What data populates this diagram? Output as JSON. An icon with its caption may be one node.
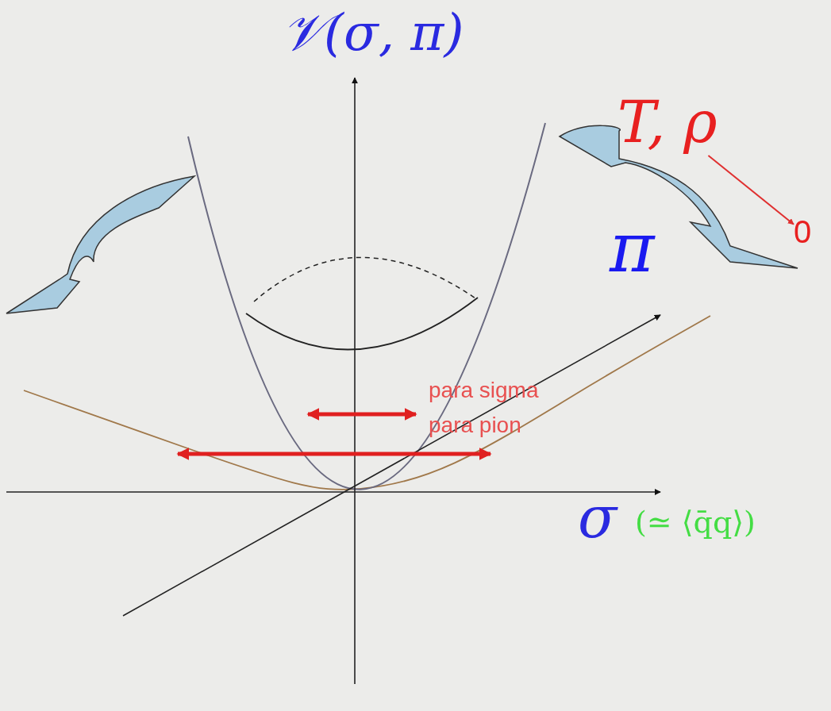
{
  "diagram": {
    "nodes": [
      {
        "text": [
          "T, ρ"
        ]
      },
      {
        "text": [
          "0"
        ]
      }
    ],
    "edges": [
      {
        "from": 0,
        "to": 1,
        "arrow": "to"
      }
    ],
    "labels": [
      "𝒱(σ, π)",
      "π",
      "para sigma",
      "para pion",
      "σ",
      "(≃ ⟨q̄q⟩)"
    ]
  }
}
